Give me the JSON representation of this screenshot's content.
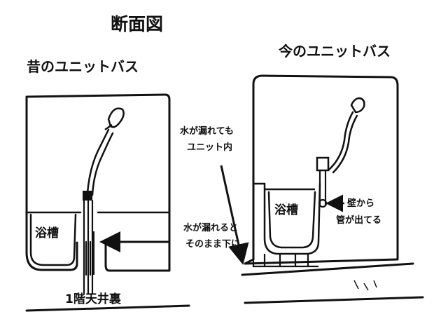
{
  "title": "断面図",
  "left": {
    "heading": "昔のユニットバス",
    "tub_label": "浴槽",
    "floor_label": "1階天井裏",
    "leak_note_line1": "水が漏れると",
    "leak_note_line2": "そのまま下に"
  },
  "right": {
    "heading": "今のユニットバス",
    "tub_label": "浴槽",
    "leak_note_line1": "水が漏れても",
    "leak_note_line2": "ユニット内",
    "pipe_note_line1": "壁から",
    "pipe_note_line2": "管が出てる"
  },
  "colors": {
    "ink": "#111111",
    "paper": "#ffffff"
  }
}
